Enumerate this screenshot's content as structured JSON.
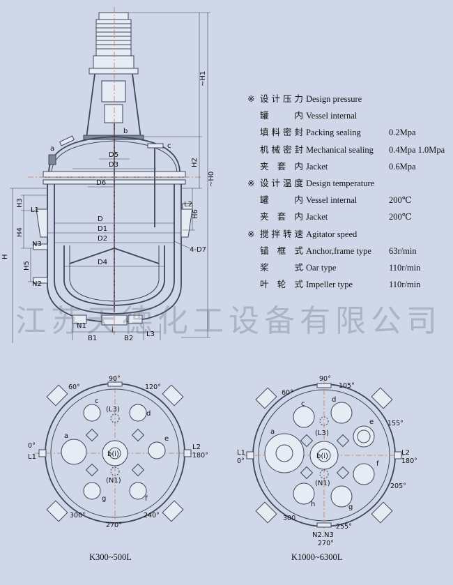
{
  "spec_table": {
    "rows": [
      {
        "mark": "※",
        "zh": "设计压力",
        "en": "Design pressure",
        "val": ""
      },
      {
        "mark": "",
        "zh": "罐 内",
        "en": "Vessel internal",
        "val": ""
      },
      {
        "mark": "",
        "zh": "填料密封",
        "en": "Packing sealing",
        "val": "0.2Mpa"
      },
      {
        "mark": "",
        "zh": "机械密封",
        "en": "Mechanical sealing",
        "val": "0.4Mpa  1.0Mpa"
      },
      {
        "mark": "",
        "zh": "夹套内",
        "en": "Jacket",
        "val": "0.6Mpa"
      },
      {
        "mark": "※",
        "zh": "设计温度",
        "en": "Design temperature",
        "val": ""
      },
      {
        "mark": "",
        "zh": "罐 内",
        "en": "Vessel internal",
        "val": "200℃"
      },
      {
        "mark": "",
        "zh": "夹套内",
        "en": "Jacket",
        "val": "200℃"
      },
      {
        "mark": "※",
        "zh": "搅拌转速",
        "en": "Agitator speed",
        "val": ""
      },
      {
        "mark": "",
        "zh": "锚框式",
        "en": "Anchor,frame type",
        "val": "63r/min"
      },
      {
        "mark": "",
        "zh": "桨 式",
        "en": "Oar type",
        "val": "110r/min"
      },
      {
        "mark": "",
        "zh": "叶轮式",
        "en": "Impeller type",
        "val": "110r/min"
      }
    ]
  },
  "watermark": "江苏天德化工设备有限公司",
  "elevation_labels": {
    "H": "H",
    "H0": "~H0",
    "H1": "~H1",
    "H2": "H2",
    "H3": "H3",
    "H4": "H4",
    "H5": "H5",
    "H6": "H6",
    "D": "D",
    "D1": "D1",
    "D2": "D2",
    "D3": "D3",
    "D4": "D4",
    "D5": "D5",
    "D6": "D6",
    "D7": "4-D7",
    "B1": "B1",
    "B2": "B2",
    "L1": "L1",
    "L2": "L2",
    "L3": "L3",
    "N1": "N1",
    "N2": "N2",
    "N3": "N3",
    "a": "a",
    "b": "b",
    "c": "c",
    "i": "i"
  },
  "left_plan": {
    "caption": "K300~500L",
    "angles": [
      "90°",
      "60°",
      "120°",
      "0°",
      "180°",
      "300°",
      "270°",
      "240°"
    ],
    "nozzles": [
      "a",
      "c",
      "d",
      "e",
      "g",
      "f",
      "b(i)",
      "(L3)",
      "(N1)"
    ],
    "side_labels": [
      "L1",
      "L2"
    ]
  },
  "right_plan": {
    "caption": "K1000~6300L",
    "angles": [
      "90°",
      "105°",
      "60°",
      "155°",
      "0°",
      "180°",
      "205°",
      "300",
      "255°",
      "270°"
    ],
    "nozzles": [
      "c",
      "d",
      "e",
      "a",
      "f",
      "h",
      "g",
      "b(i)",
      "(L3)",
      "(N1)"
    ],
    "side_labels": [
      "L1",
      "L2"
    ],
    "bottom_label": "N2.N3"
  },
  "colors": {
    "background": "#cfd7e8",
    "line": "#3c4658",
    "centerline": "#c8785a",
    "text": "#111111"
  }
}
